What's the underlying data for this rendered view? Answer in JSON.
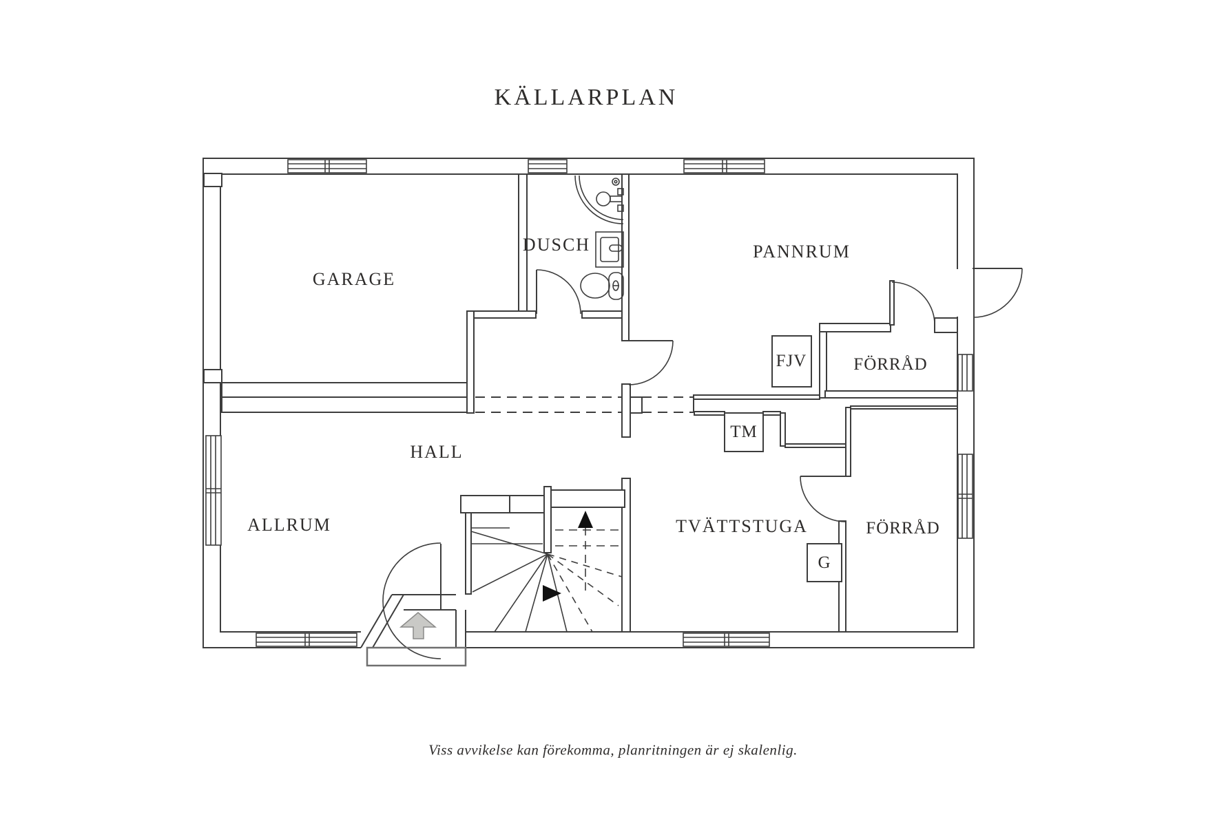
{
  "title": "KÄLLARPLAN",
  "rooms": {
    "garage": "GARAGE",
    "dusch": "DUSCH",
    "pannrum": "PANNRUM",
    "hall": "HALL",
    "allrum": "ALLRUM",
    "tvattstuga": "TVÄTTSTUGA",
    "forrad_upper": "FÖRRÅD",
    "forrad_lower": "FÖRRÅD"
  },
  "equipment": {
    "fjv": "FJV",
    "tm": "TM",
    "g": "G"
  },
  "disclaimer": "Viss avvikelse kan förekomma, planritningen är ej skalenlig.",
  "colors": {
    "line": "#3d3d3d",
    "text": "#2e2c2b",
    "arrow_fill": "#c9c9c6",
    "porch_line": "#6f6f6f"
  }
}
